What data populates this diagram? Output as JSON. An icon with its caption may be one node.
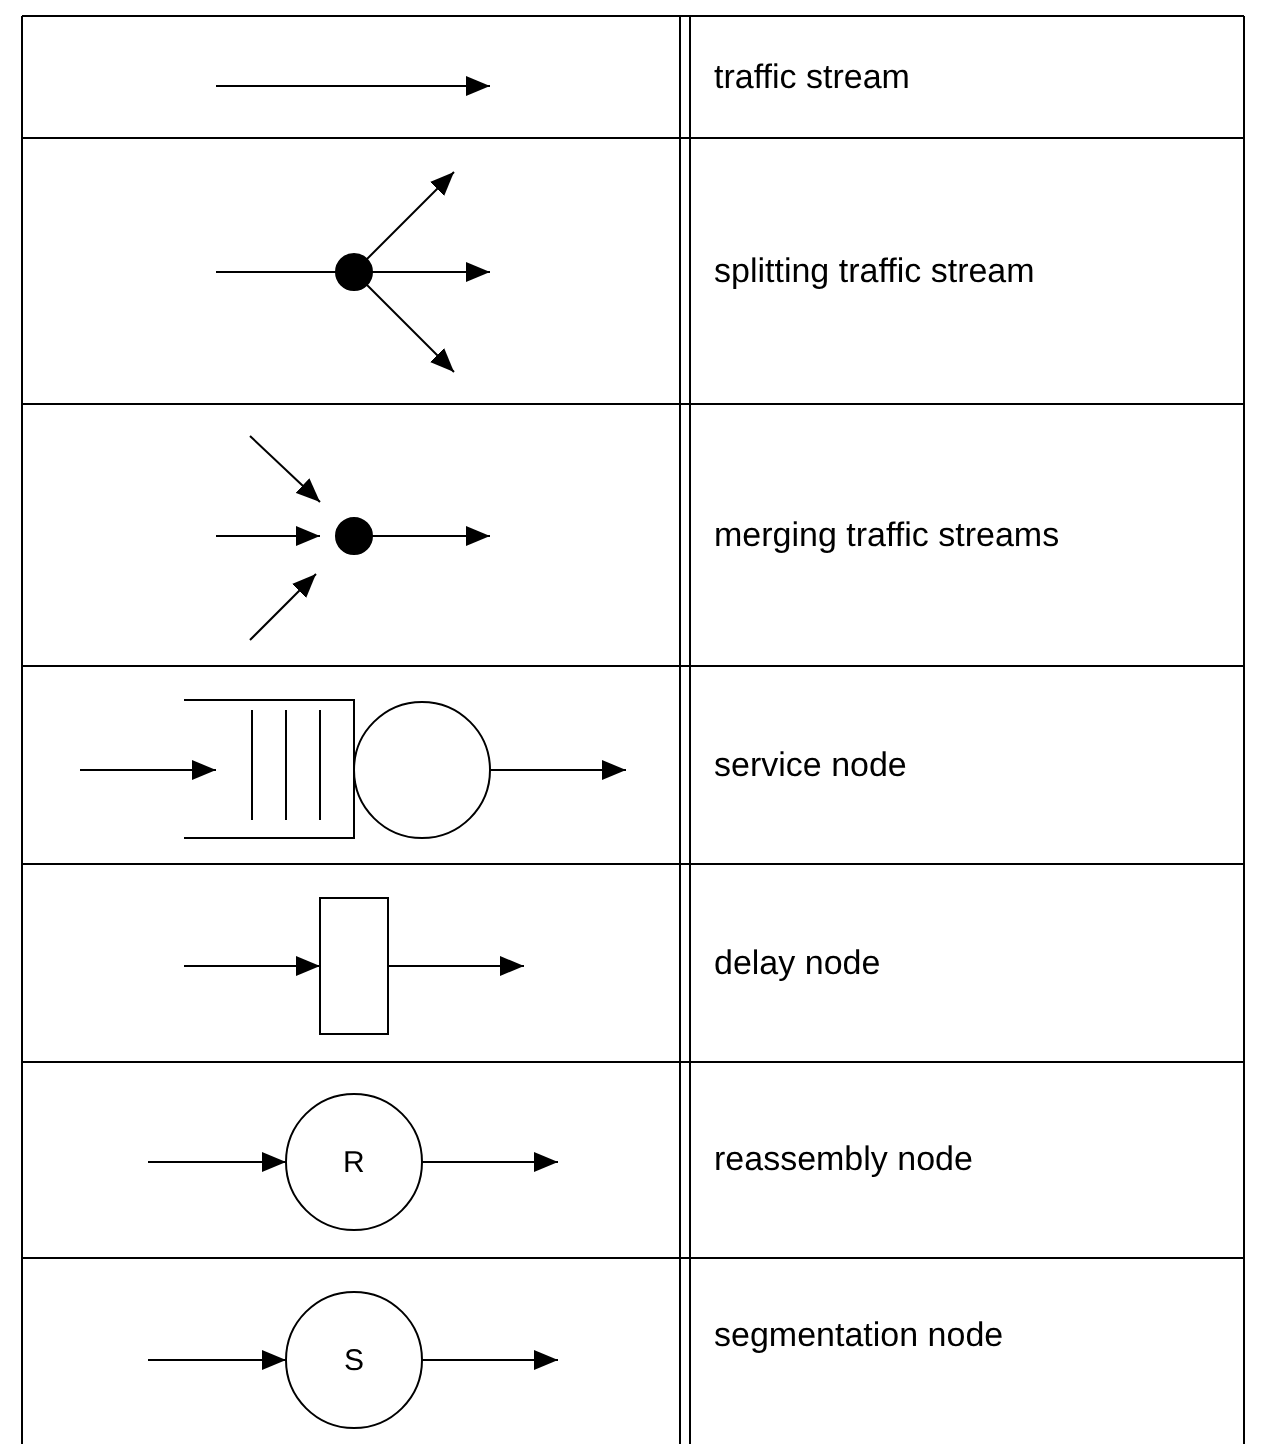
{
  "diagram": {
    "labels": [
      "R",
      "S"
    ],
    "legend": [
      {
        "text": "traffic stream"
      },
      {
        "text": "splitting traffic stream"
      },
      {
        "text": "merging traffic streams"
      },
      {
        "text": "service node"
      },
      {
        "text": "delay node"
      },
      {
        "text": "reassembly node"
      },
      {
        "text": "segmentation node"
      }
    ]
  }
}
